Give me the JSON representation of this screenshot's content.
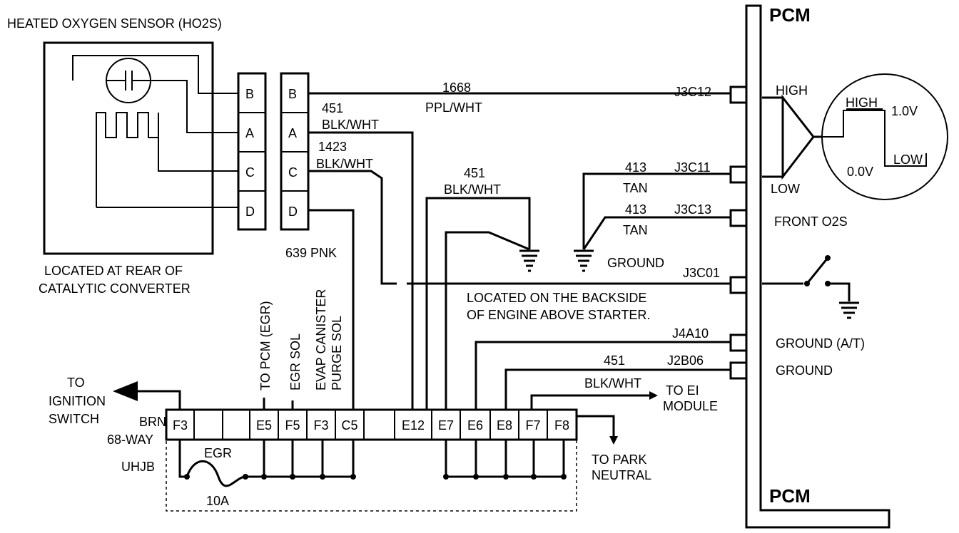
{
  "sensor": {
    "title": "HEATED OXYGEN SENSOR (HO2S)",
    "pins_sensor": [
      "B",
      "A",
      "C",
      "D"
    ],
    "pins_harness": [
      "B",
      "A",
      "C",
      "D"
    ],
    "location": [
      "LOCATED AT REAR OF",
      "CATALYTIC CONVERTER"
    ]
  },
  "wires": {
    "w1668_num": "1668",
    "w1668_color": "PPL/WHT",
    "w451a_num": "451",
    "w451a_color": "BLK/WHT",
    "w1423_num": "1423",
    "w1423_color": "BLK/WHT",
    "w451b_num": "451",
    "w451b_color": "BLK/WHT",
    "w413a_num": "413",
    "w413a_color": "TAN",
    "w413b_num": "413",
    "w413b_color": "TAN",
    "w639": "639 PNK",
    "w451c_num": "451",
    "w451c_color": "BLK/WHT",
    "ground": "GROUND",
    "backside": [
      "LOCATED ON THE BACKSIDE",
      "OF ENGINE ABOVE STARTER."
    ]
  },
  "pcm": {
    "title_top": "PCM",
    "title_bottom": "PCM",
    "connectors": [
      "J3C12",
      "J3C11",
      "J3C13",
      "J3C01",
      "J4A10",
      "J2B06"
    ],
    "high": "HIGH",
    "low": "LOW",
    "front_o2s": "FRONT O2S",
    "ground_at": "GROUND (A/T)",
    "ground": "GROUND",
    "scope_high": "HIGH",
    "scope_low": "LOW",
    "scope_v1": "1.0V",
    "scope_v0": "0.0V"
  },
  "junction": {
    "to_ignition": [
      "TO",
      "IGNITION",
      "SWITCH"
    ],
    "brn": "BRN",
    "way": "68-WAY",
    "uhjb": "UHJB",
    "egr": "EGR",
    "fuse": "10A",
    "cells": [
      "F3",
      "",
      "",
      "E5",
      "F5",
      "F3",
      "C5",
      "",
      "E12",
      "E7",
      "E6",
      "E8",
      "F7",
      "F8"
    ],
    "vertical_labels": [
      "TO PCM (EGR)",
      "EGR SOL",
      "EVAP CANISTER",
      "PURGE SOL"
    ],
    "to_ei": [
      "TO EI",
      "MODULE"
    ],
    "to_park": [
      "TO PARK",
      "NEUTRAL"
    ]
  }
}
